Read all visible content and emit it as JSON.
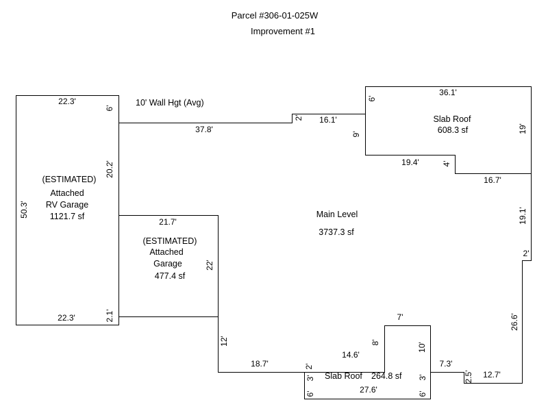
{
  "header": {
    "parcel": "Parcel #306-01-025W",
    "improvement": "Improvement #1"
  },
  "wall_height_note": "10' Wall Hgt (Avg)",
  "areas": {
    "rv_garage": {
      "estimated": "(ESTIMATED)",
      "name_line1": "Attached",
      "name_line2": "RV Garage",
      "area": "1121.7 sf"
    },
    "garage": {
      "estimated": "(ESTIMATED)",
      "name_line1": "Attached",
      "name_line2": "Garage",
      "area": "477.4 sf"
    },
    "main": {
      "name": "Main Level",
      "area": "3737.3 sf"
    },
    "slab_top": {
      "name": "Slab Roof",
      "area": "608.3 sf"
    },
    "slab_bottom": {
      "name": "Slab Roof",
      "area": "264.8 sf"
    }
  },
  "dimensions": {
    "rv_top": "22.3'",
    "rv_left": "50.3'",
    "rv_bottom": "22.3'",
    "rv_right_top": "6'",
    "rv_right_mid": "20.2'",
    "rv_right_bottom": "2.1'",
    "main_top_left": "37.8'",
    "main_step_up": "2'",
    "main_top_mid": "16.1'",
    "slab_left_upper": "6'",
    "slab_left_lower": "9'",
    "slab_top_width": "36.1'",
    "slab_right": "19'",
    "slab_bottom_left": "19.4'",
    "slab_step": "4'",
    "slab_bottom_right": "16.7'",
    "main_right_upper": "19.1'",
    "main_right_jog": "2'",
    "main_right_lower": "26.6'",
    "main_bottom_right": "12.7'",
    "main_step_right": "2.5'",
    "main_bottom_mid_right": "7.3'",
    "notch_right": "10'",
    "notch_top": "7'",
    "notch_left": "8'",
    "main_bottom_mid_left": "14.6'",
    "main_step_left": "2'",
    "main_bottom_left": "18.7'",
    "main_left_lower": "12'",
    "garage_top": "21.7'",
    "garage_right": "22'",
    "slab2_left_upper": "3'",
    "slab2_left_lower": "6'",
    "slab2_bottom": "27.6'",
    "slab2_right_upper": "3'",
    "slab2_right_lower": "6'"
  }
}
